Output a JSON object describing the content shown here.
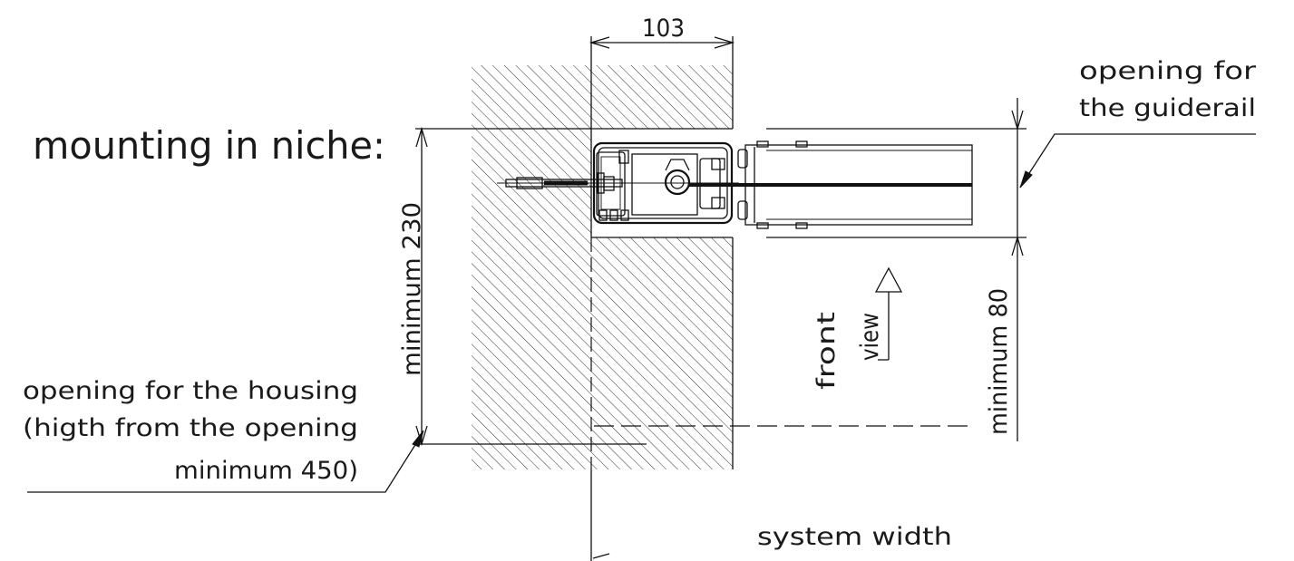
{
  "title": "mounting in niche:",
  "dimensions": {
    "width": "103",
    "minimum_height": "minimum 230",
    "minimum_below": "minimum 80",
    "system_width": "system width"
  },
  "labels": {
    "guiderail_opening": [
      "opening for",
      "the guiderail"
    ],
    "housing_opening": [
      "opening for the housing",
      "(higth from the opening",
      "minimum 450)"
    ],
    "front_view": [
      "front",
      "view"
    ]
  }
}
